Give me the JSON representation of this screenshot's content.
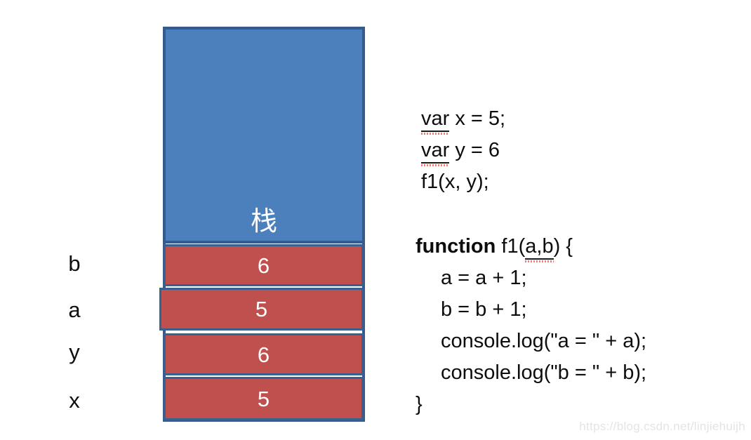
{
  "diagram": {
    "stack": {
      "title": "栈",
      "rows": [
        {
          "label": "b",
          "value": "6"
        },
        {
          "label": "a",
          "value": "5"
        },
        {
          "label": "y",
          "value": "6"
        },
        {
          "label": "x",
          "value": "5"
        }
      ],
      "colors": {
        "stack_fill": "#4c80bc",
        "stack_border": "#365a8c",
        "row_fill": "#c0504d",
        "row_border": "#38618f",
        "row_text": "#ffffff"
      }
    }
  },
  "code": {
    "blocks": [
      {
        "lines": [
          {
            "segments": [
              {
                "text": "var",
                "spell": true
              },
              {
                "text": " x = 5;"
              }
            ]
          },
          {
            "segments": [
              {
                "text": "var",
                "spell": true
              },
              {
                "text": " y = 6"
              }
            ]
          },
          {
            "segments": [
              {
                "text": "f1(x, y);"
              }
            ]
          }
        ]
      },
      {
        "lines": [
          {
            "segments": [
              {
                "text": "function",
                "bold": true
              },
              {
                "text": " f1("
              },
              {
                "text": "a,b",
                "spell": true
              },
              {
                "text": ") {"
              }
            ]
          },
          {
            "indent": 1,
            "segments": [
              {
                "text": "a = a + 1;"
              }
            ]
          },
          {
            "indent": 1,
            "segments": [
              {
                "text": "b = b + 1;"
              }
            ]
          },
          {
            "indent": 1,
            "segments": [
              {
                "text": "console.log(\"a = \" + a);"
              }
            ]
          },
          {
            "indent": 1,
            "segments": [
              {
                "text": "console.log(\"b = \" + b);"
              }
            ]
          },
          {
            "segments": [
              {
                "text": "}"
              }
            ]
          }
        ]
      }
    ]
  },
  "watermark": "https://blog.csdn.net/linjiehuijh"
}
